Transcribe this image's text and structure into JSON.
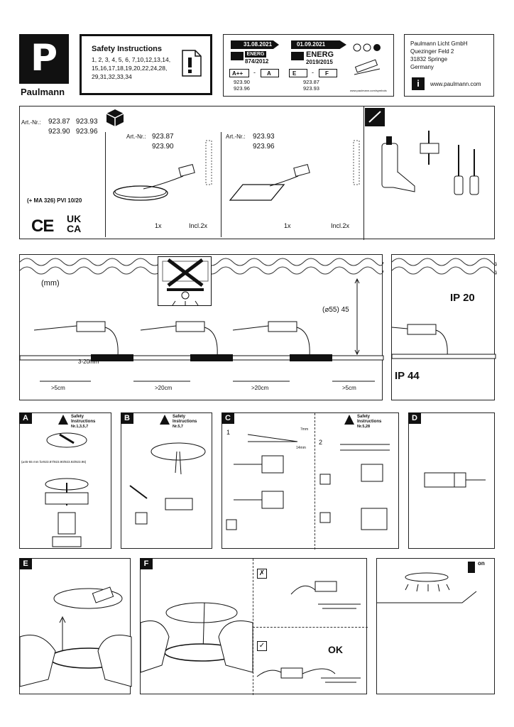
{
  "brand": {
    "name": "Paulmann",
    "logo_letter": "P"
  },
  "safety": {
    "title": "Safety Instructions",
    "numbers_line1": "1, 2, 3, 4, 5, 6, 7,10,12,13,14,",
    "numbers_line2": "15,16,17,18,19,20,22,24,28,",
    "numbers_line3": "29,31,32,33,34"
  },
  "energy": {
    "date1": "31.08.2021",
    "date2": "01.09.2021",
    "reg1": "874/2012",
    "reg2": "2019/2015",
    "class1_a": "A++",
    "class1_b": "A",
    "class2_a": "E",
    "class2_b": "F",
    "dash": "-",
    "models1_a": "923.90",
    "models1_b": "923.96",
    "models2_a": "923.87",
    "models2_b": "923.93",
    "energy_word": "ENERG",
    "url": "www.paulmann.com/symbols"
  },
  "address": {
    "company": "Paulmann Licht GmbH",
    "street": "Quezinger Feld 2",
    "city": "31832 Springe",
    "country": "Germany",
    "web": "www.paulmann.com",
    "info_glyph": "i"
  },
  "articles": {
    "label": "Art.-Nr.:",
    "nums_row1": "923.87   923.93",
    "nums_row2": "923.90   923.96",
    "round_a": "923.87",
    "round_b": "923.90",
    "square_a": "923.93",
    "square_b": "923.96",
    "ma_text": "(+ MA 326)  PVI 10/20",
    "qty": "1x",
    "incl": "Incl.2x",
    "ce": "CE",
    "ukca_top": "UK",
    "ukca_bottom": "CA"
  },
  "ceiling": {
    "mm": "(mm)",
    "dia": "(⌀55) 45",
    "gap": "3-20mm",
    "d1": ">5cm",
    "d2": ">20cm",
    "d3": ">20cm",
    "d4": ">5cm",
    "ip20": "IP 20",
    "ip44": "IP 44"
  },
  "panels": {
    "A": {
      "tag": "A",
      "safety": "Safety Instructions",
      "ref": "Nr.1,3,5,7",
      "dia_text": "(⌀45-55 mm for923.87/923.90/923.93/923.96)"
    },
    "B": {
      "tag": "B",
      "safety": "Safety Instructions",
      "ref": "Nr.5,7"
    },
    "C": {
      "tag": "C",
      "safety": "Safety Instructions",
      "ref": "Nr.5,28",
      "step1": "1",
      "step2": "2",
      "m7": "7mm",
      "m14": "14mm"
    },
    "D": {
      "tag": "D"
    },
    "E": {
      "tag": "E"
    },
    "F": {
      "tag": "F",
      "ok": "OK"
    },
    "G": {
      "on": "on"
    }
  }
}
